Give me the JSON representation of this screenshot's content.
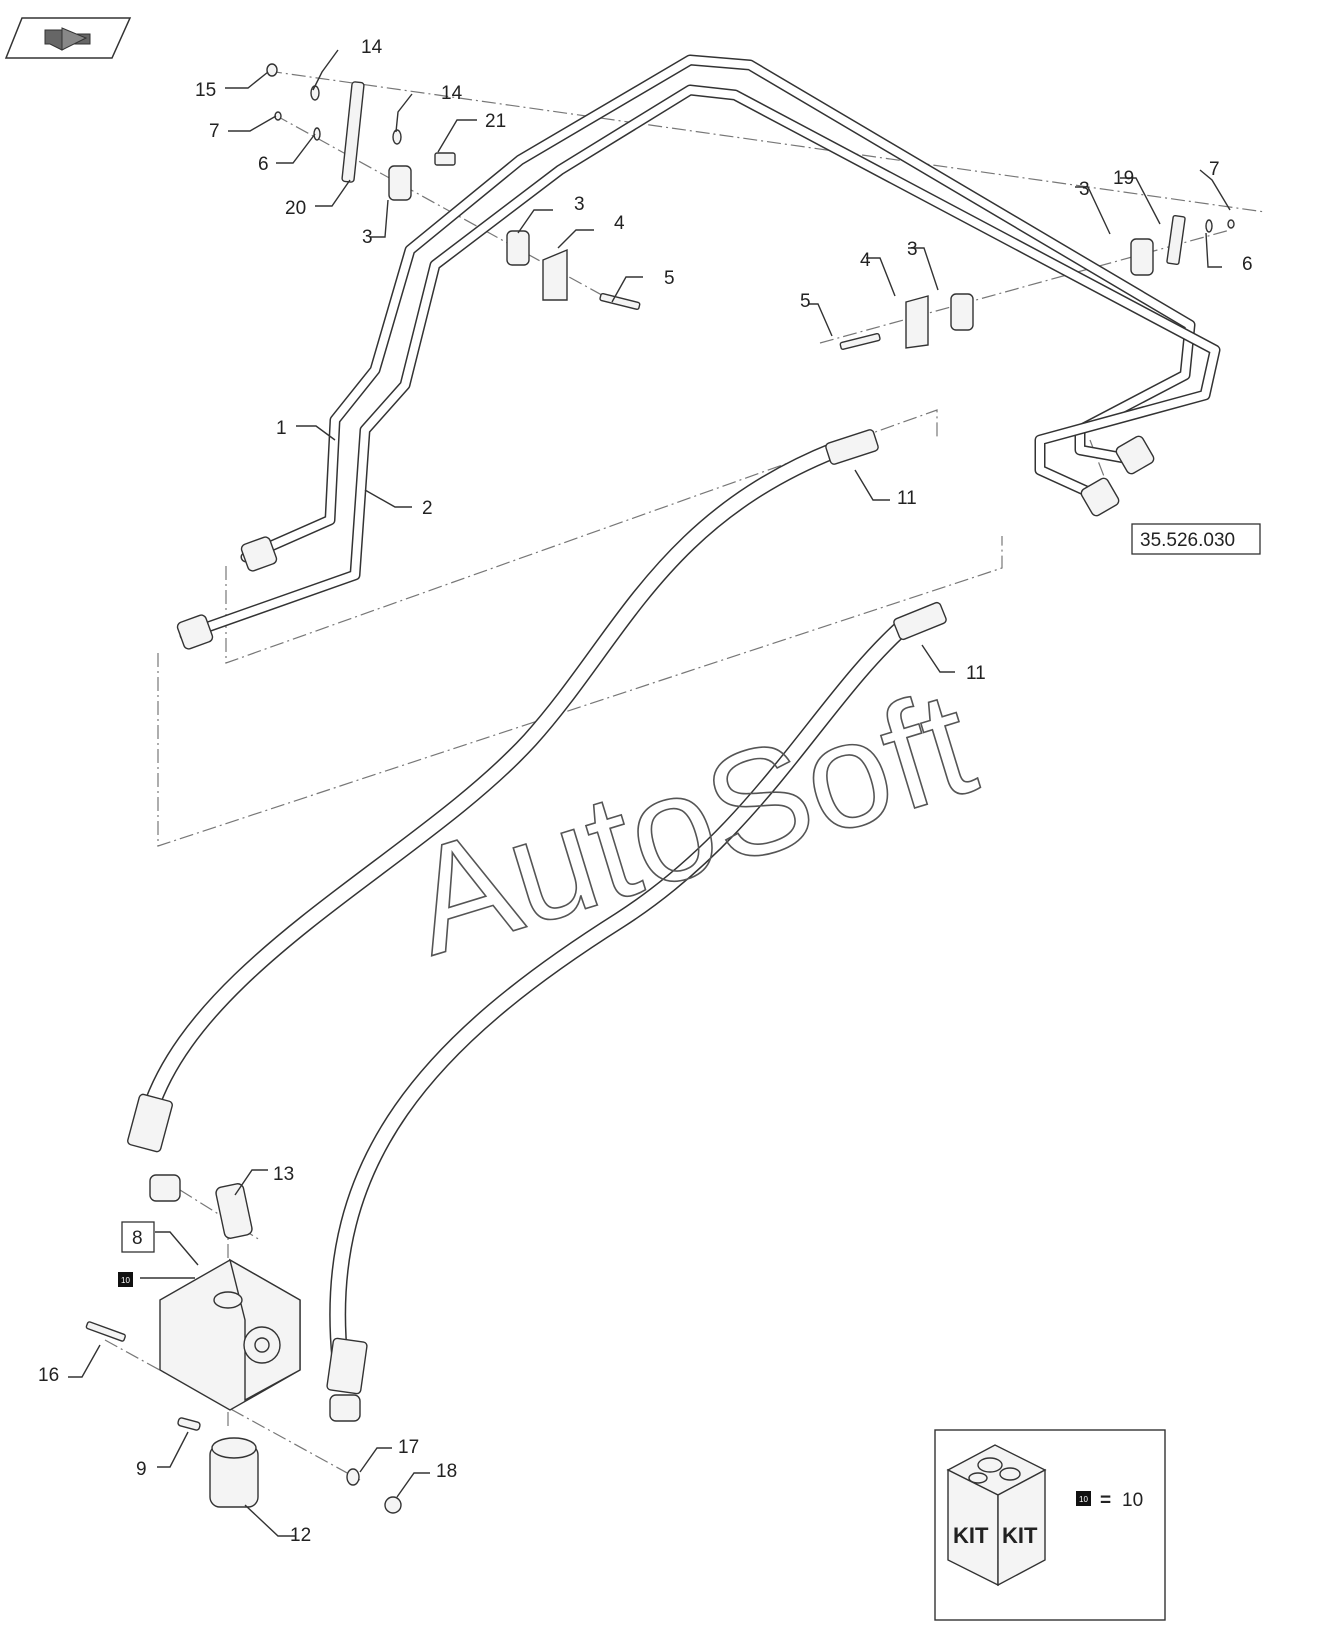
{
  "nav": {
    "icon": "back-arrow-icon"
  },
  "callouts": [
    {
      "id": "c15",
      "text": "15"
    },
    {
      "id": "c14a",
      "text": "14"
    },
    {
      "id": "c14b",
      "text": "14"
    },
    {
      "id": "c7a",
      "text": "7"
    },
    {
      "id": "c21",
      "text": "21"
    },
    {
      "id": "c6a",
      "text": "6"
    },
    {
      "id": "c20",
      "text": "20"
    },
    {
      "id": "c3a",
      "text": "3"
    },
    {
      "id": "c3b",
      "text": "3"
    },
    {
      "id": "c4a",
      "text": "4"
    },
    {
      "id": "c5a",
      "text": "5"
    },
    {
      "id": "c3c",
      "text": "3"
    },
    {
      "id": "c19",
      "text": "19"
    },
    {
      "id": "c7b",
      "text": "7"
    },
    {
      "id": "c6b",
      "text": "6"
    },
    {
      "id": "c4b",
      "text": "4"
    },
    {
      "id": "c3d",
      "text": "3"
    },
    {
      "id": "c5b",
      "text": "5"
    },
    {
      "id": "c1",
      "text": "1"
    },
    {
      "id": "c2",
      "text": "2"
    },
    {
      "id": "c11a",
      "text": "11"
    },
    {
      "id": "c11b",
      "text": "11"
    },
    {
      "id": "c13",
      "text": "13"
    },
    {
      "id": "c16",
      "text": "16"
    },
    {
      "id": "c9",
      "text": "9"
    },
    {
      "id": "c17",
      "text": "17"
    },
    {
      "id": "c18",
      "text": "18"
    },
    {
      "id": "c12",
      "text": "12"
    }
  ],
  "boxed_refs": {
    "ref_section": "35.526.030",
    "ref_pump": "8",
    "kit_marker": "10"
  },
  "kit_legend": {
    "box_label_1": "KIT",
    "box_label_2": "KIT",
    "marker": "10",
    "equals": "=",
    "value": "10"
  },
  "watermark": "AutoSoft"
}
